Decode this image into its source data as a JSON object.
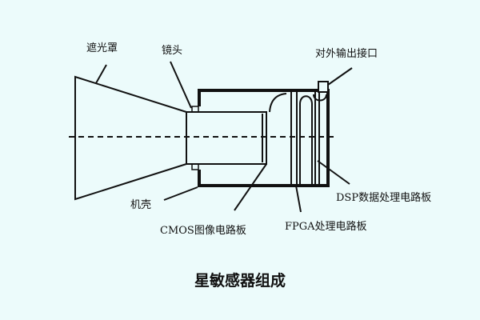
{
  "labels": {
    "hood": "遮光罩",
    "lens": "镜头",
    "connector": "对外输出接口",
    "housing": "机壳",
    "cmos_board": "CMOS图像电路板",
    "fpga_board": "FPGA处理电路板",
    "dsp_board": "DSP数据处理电路板"
  },
  "title": "星敏感器组成",
  "colors": {
    "background": "#ecfbfb",
    "line": "#111111"
  }
}
